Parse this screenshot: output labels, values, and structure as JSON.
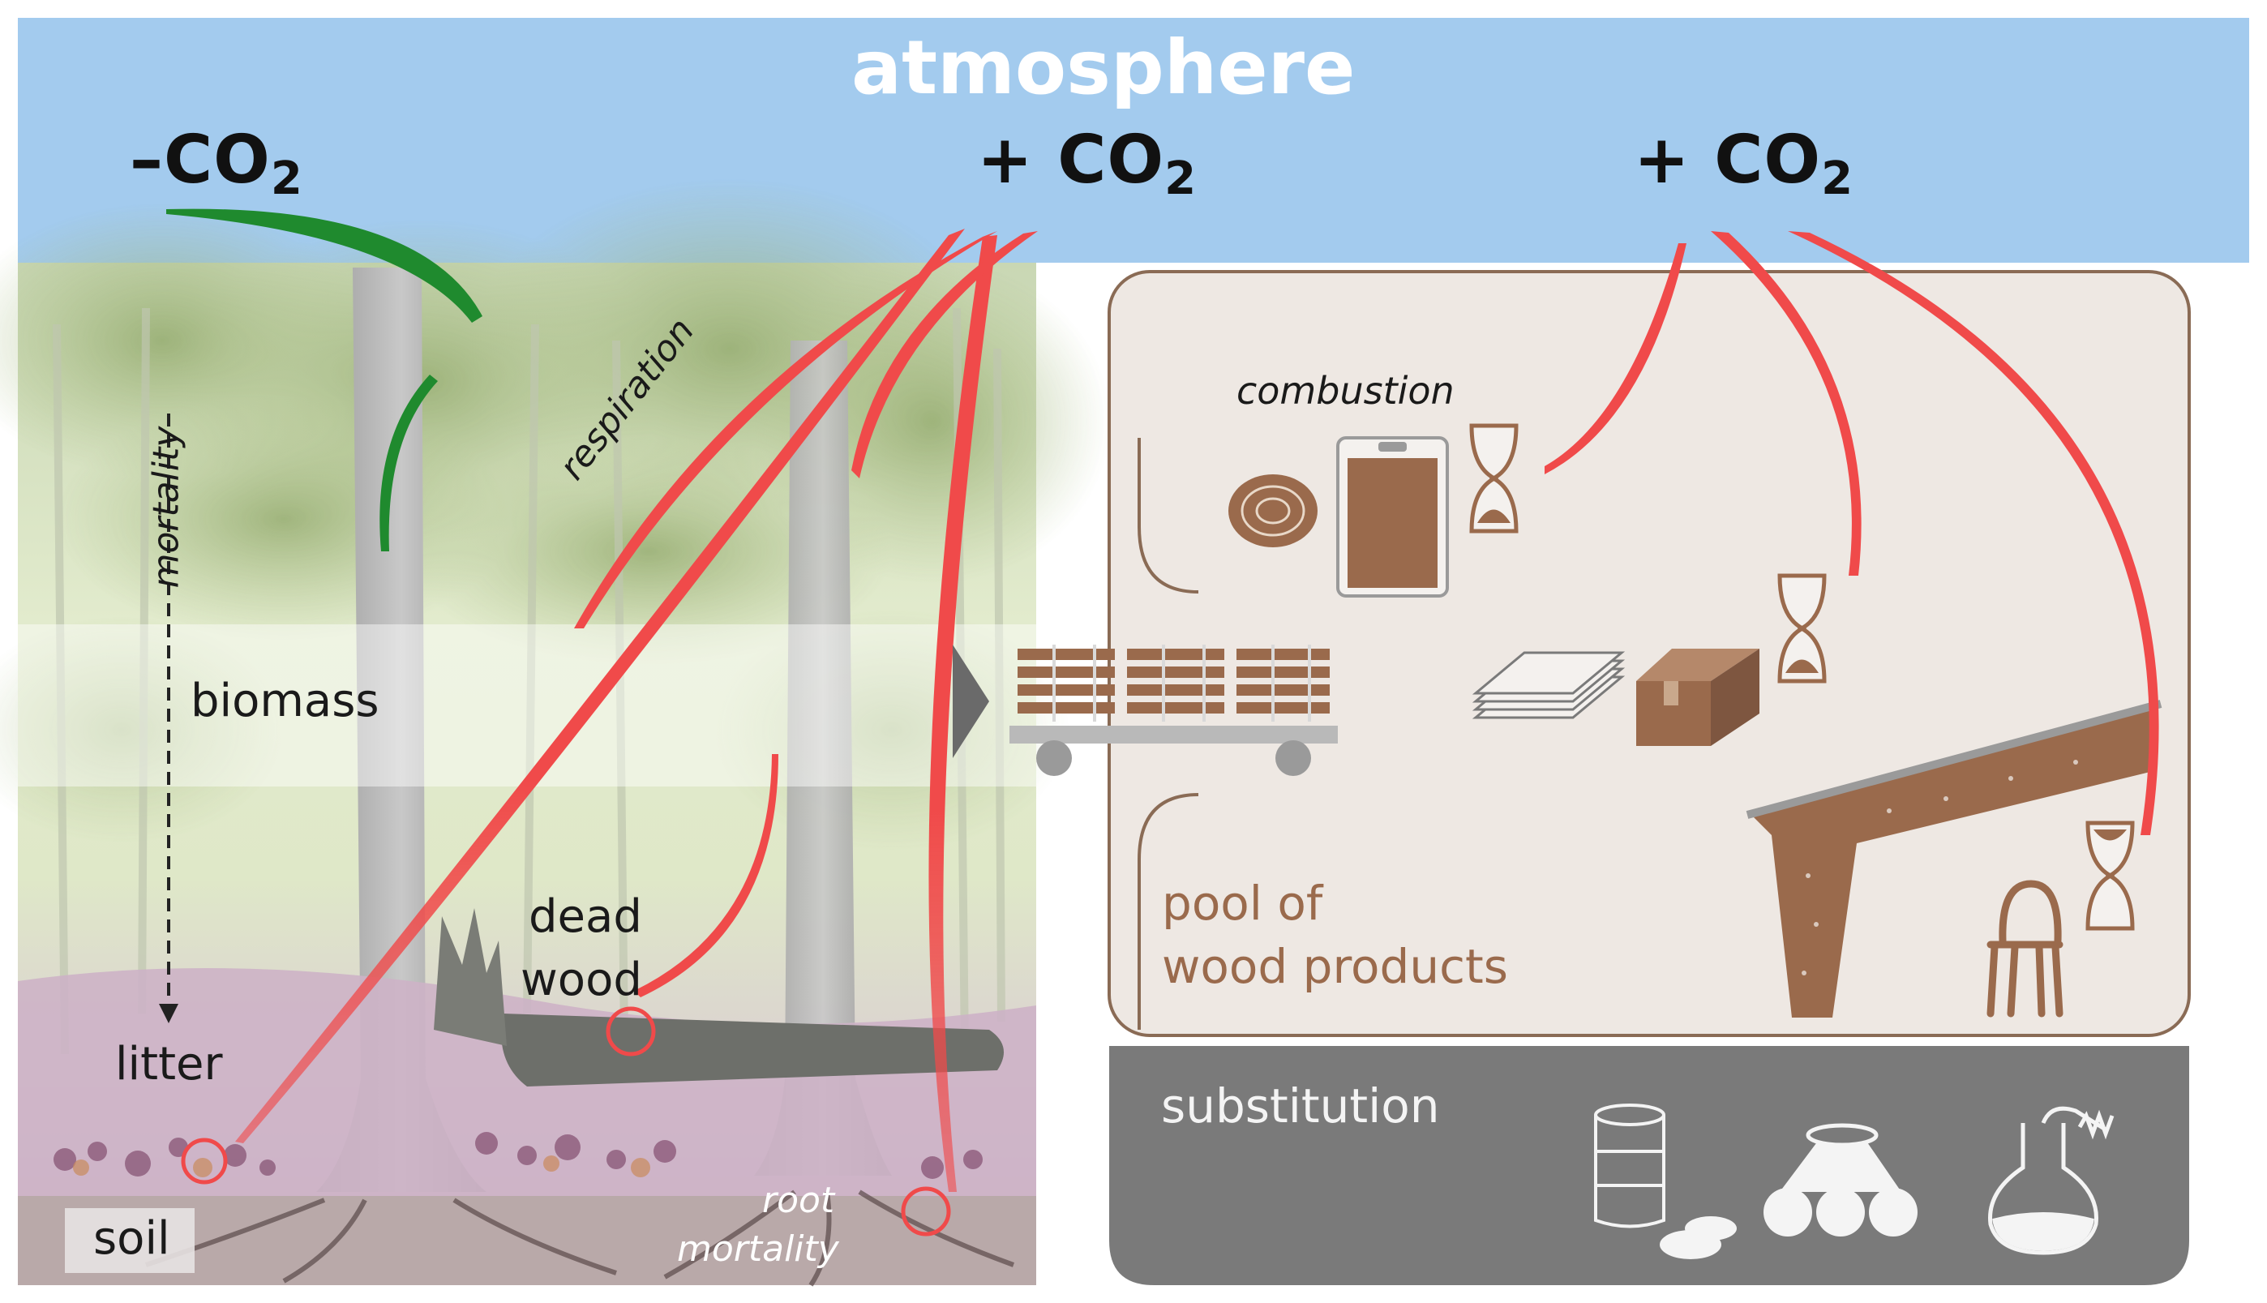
{
  "atmosphere": {
    "title": "atmosphere",
    "flux_uptake": {
      "sign": "–CO",
      "sub": "2"
    },
    "flux_release_forest": {
      "sign": "+ CO",
      "sub": "2"
    },
    "flux_release_products": {
      "sign": "+ CO",
      "sub": "2"
    }
  },
  "forest": {
    "mortality": "mortality",
    "respiration": "respiration",
    "biomass": "biomass",
    "dead_wood_line1": "dead",
    "dead_wood_line2": "wood",
    "litter": "litter",
    "soil": "soil",
    "root_mortality_line1": "root",
    "root_mortality_line2": "mortality"
  },
  "products": {
    "combustion": "combustion",
    "pool_line1": "pool of",
    "pool_line2": "wood products",
    "substitution": "substitution"
  },
  "colors": {
    "sky": "#a3cbee",
    "flux_red": "#f04a4a",
    "flux_green": "#1f8a2e",
    "pool_bg": "#eee8e3",
    "pool_border": "#8a6b55",
    "wood_brown": "#9a6a4c",
    "substitution_bg": "#7a7a7a"
  }
}
